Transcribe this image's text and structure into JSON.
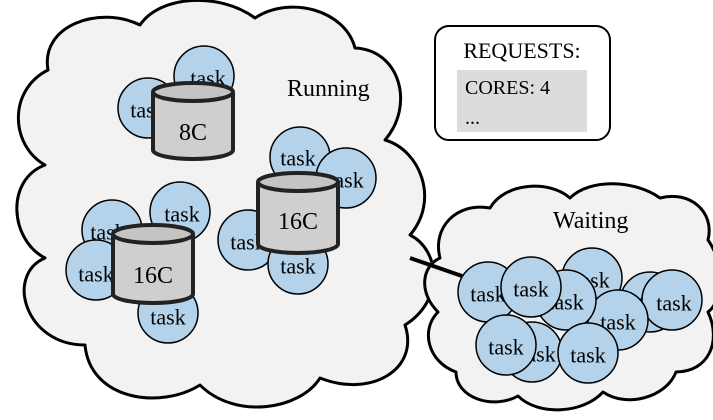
{
  "running_cloud": {
    "label": "Running"
  },
  "waiting_cloud": {
    "label": "Waiting"
  },
  "requests_box": {
    "title": "REQUESTS:",
    "line1": "CORES: 4",
    "line2": "..."
  },
  "nodes": [
    {
      "id": "node-8c",
      "label": "8C"
    },
    {
      "id": "node-16c-right",
      "label": "16C"
    },
    {
      "id": "node-16c-left",
      "label": "16C"
    }
  ],
  "task_label": "task",
  "colors": {
    "task_fill": "#b4d3ea",
    "cylinder_fill": "#cfcfcf",
    "cloud_fill": "#f2f2f2"
  }
}
